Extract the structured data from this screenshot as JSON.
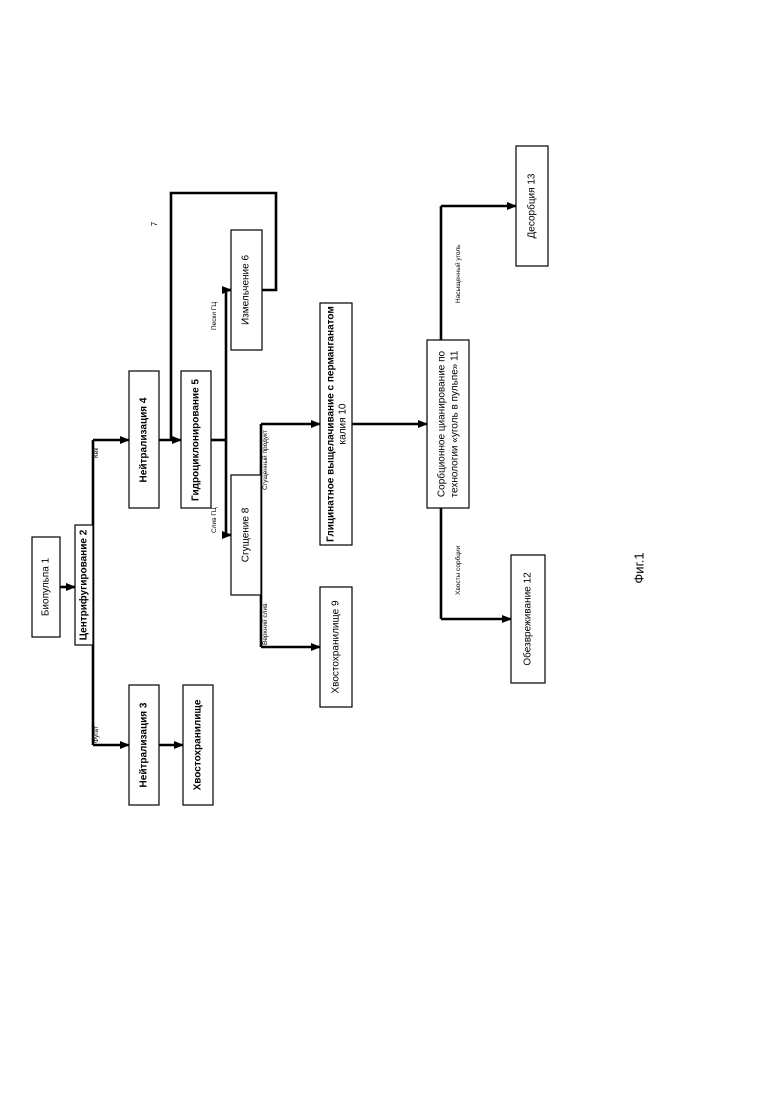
{
  "boxes": {
    "b1": "Биопульпа  1",
    "b2": "Центрифугирование  2",
    "b3": "Нейтрализация  3",
    "b3t": "Хвостохранилище",
    "b4": "Нейтрализация  4",
    "b5": "Гидроциклонирование  5",
    "b6": "Измельчение  6",
    "b8": "Сгущение  8",
    "b9": "Хвостохранилище  9",
    "b10": [
      "Глицинатное выщелачивание с перманганатом",
      "калия  10"
    ],
    "b11": [
      "Сорбционное цианирование по",
      "технологии «уголь в пульпе»  11"
    ],
    "b12": "Обезвреживание  12",
    "b13": "Десорбция 13"
  },
  "labels": {
    "fugat": "Фугат",
    "kek": "Кек",
    "pesok": "Пески ГЦ",
    "sliv": "Слив ГЦ",
    "sgush": "Сгущенный продукт",
    "verkh": "Верхний слив",
    "nasyshch": "Насыщенный уголь",
    "khvosty": "Хвосты сорбции",
    "loop": "7"
  },
  "figure_caption": "Фиг.1"
}
